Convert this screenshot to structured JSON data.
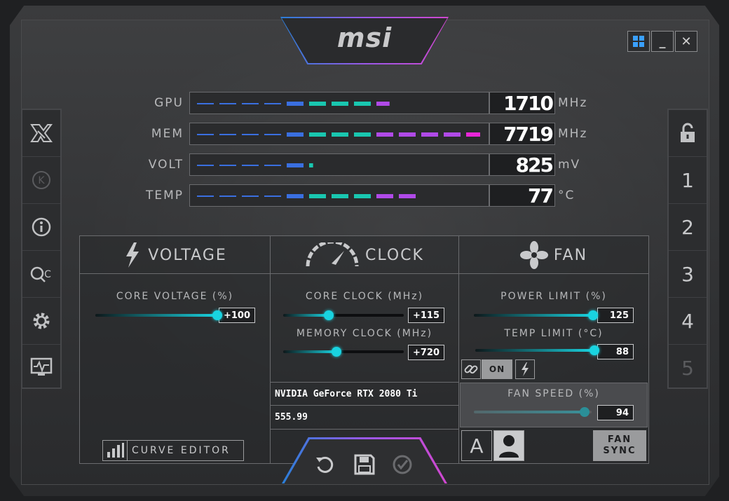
{
  "app": {
    "logo_text": "msi"
  },
  "window_controls": {
    "windows_label": "",
    "minimize_label": "_",
    "close_label": "✕"
  },
  "left_sidebar": {
    "items": [
      {
        "name": "kombustor-icon"
      },
      {
        "name": "k-boost-icon",
        "text": "K"
      },
      {
        "name": "info-icon"
      },
      {
        "name": "oc-scanner-icon",
        "text": "OC"
      },
      {
        "name": "settings-icon"
      },
      {
        "name": "monitor-icon"
      }
    ]
  },
  "right_sidebar": {
    "items": [
      {
        "name": "unlock-icon"
      },
      {
        "label": "1"
      },
      {
        "label": "2"
      },
      {
        "label": "3"
      },
      {
        "label": "4"
      },
      {
        "label": "5"
      }
    ]
  },
  "monitors": [
    {
      "label": "GPU",
      "value": "1710",
      "unit": "MHz",
      "level": 0.68
    },
    {
      "label": "MEM",
      "value": "7719",
      "unit": "MHz",
      "level": 1.0
    },
    {
      "label": "VOLT",
      "value": "825",
      "unit": "mV",
      "level": 0.41
    },
    {
      "label": "TEMP",
      "value": "77",
      "unit": "°C",
      "level": 0.78
    }
  ],
  "voltage": {
    "title": "VOLTAGE",
    "core_voltage_label": "CORE VOLTAGE  (%)",
    "core_voltage_value": "+100",
    "core_voltage_level": 1.0,
    "curve_editor_label": "CURVE EDITOR"
  },
  "clock": {
    "title": "CLOCK",
    "core_clock_label": "CORE CLOCK (MHz)",
    "core_clock_value": "+115",
    "core_clock_level": 0.38,
    "memory_clock_label": "MEMORY CLOCK (MHz)",
    "memory_clock_value": "+720",
    "memory_clock_level": 0.44,
    "gpu_name": "NVIDIA GeForce RTX 2080 Ti",
    "driver_version": "555.99"
  },
  "fan": {
    "title": "FAN",
    "power_limit_label": "POWER LIMIT (%)",
    "power_limit_value": "125",
    "power_limit_level": 1.0,
    "temp_limit_label": "TEMP LIMIT (°C)",
    "temp_limit_value": "88",
    "temp_limit_level": 1.0,
    "link_toggle_label": "ON",
    "fan_speed_label": "FAN SPEED (%)",
    "fan_speed_value": "94",
    "fan_speed_level": 0.94,
    "auto_button_label": "A",
    "fan_sync_label_1": "FAN",
    "fan_sync_label_2": "SYNC"
  },
  "colors": {
    "accent_cyan": "#19d3e0",
    "bar_blue": "#3a6fe0",
    "bar_teal": "#19c7b0",
    "bar_purple": "#b04ae8",
    "bar_magenta": "#e826d8"
  }
}
